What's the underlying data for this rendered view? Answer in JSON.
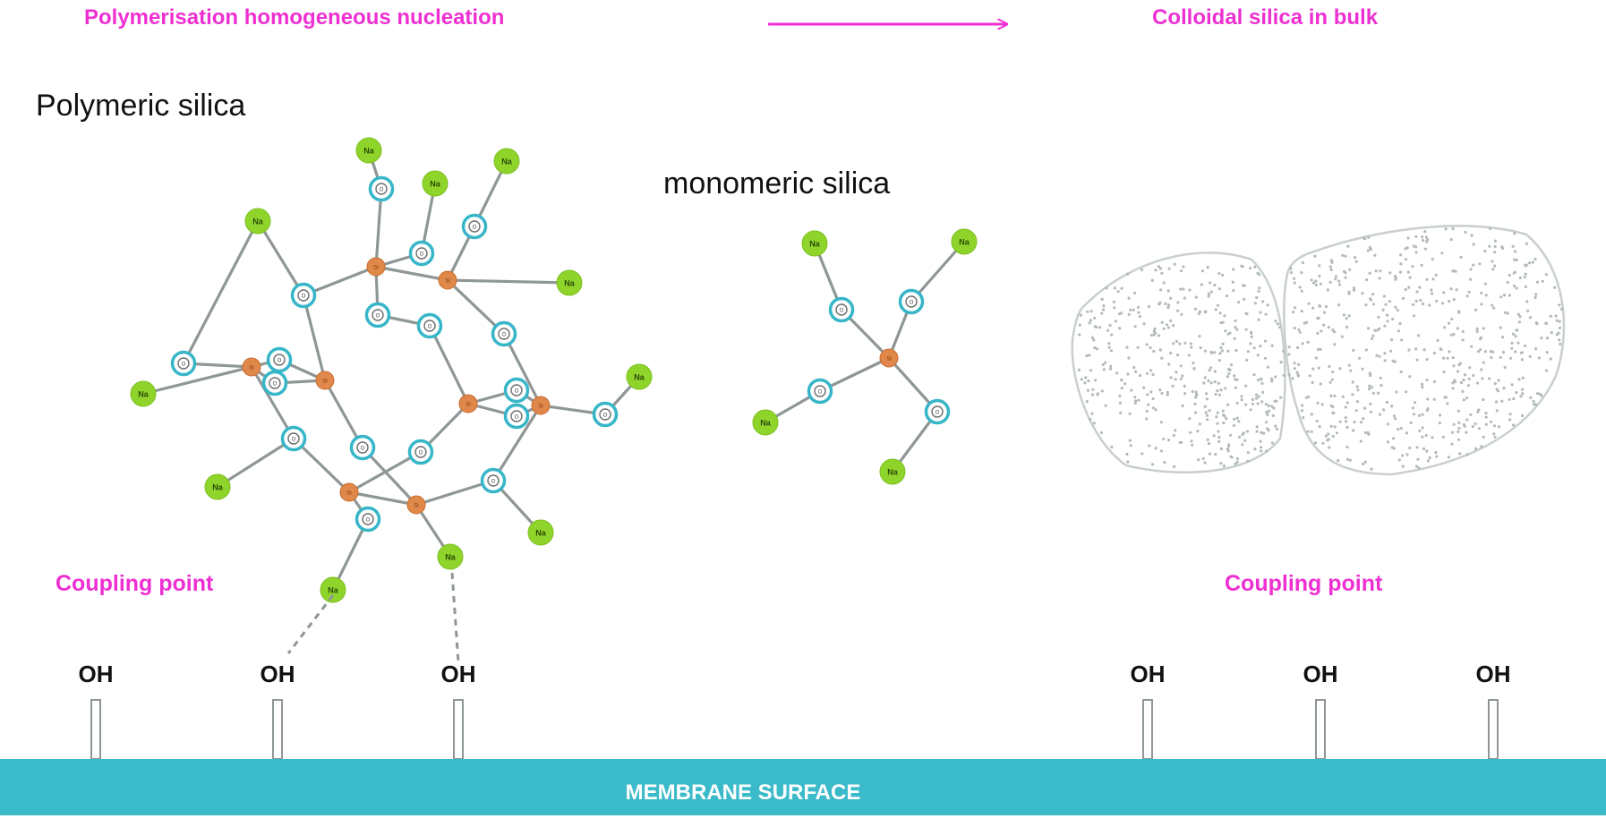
{
  "header": {
    "left_label": "Polymerisation homogeneous nucleation",
    "right_label": "Colloidal silica in bulk"
  },
  "labels": {
    "polymeric": "Polymeric silica",
    "monomeric": "monomeric silica",
    "coupling_left": "Coupling point",
    "coupling_right": "Coupling point",
    "membrane": "MEMBRANE SURFACE",
    "oh": "OH"
  },
  "atoms": {
    "sodium": "Na",
    "oxygen": "O",
    "silicon": "Si"
  },
  "colors": {
    "accent_magenta": "#ee2fd2",
    "sodium_green": "#8fd42a",
    "oxygen_ring": "#36b6c8",
    "silicon_orange": "#e0874a",
    "bond_gray": "#8f9696",
    "membrane_teal": "#3bbac9",
    "particle_outline": "#c9cfcf"
  }
}
